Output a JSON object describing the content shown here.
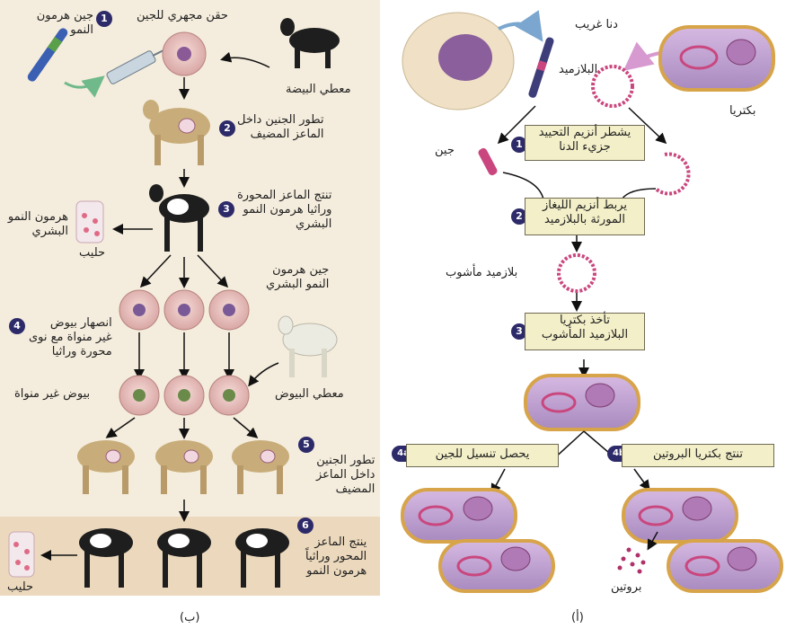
{
  "panel_b": {
    "caption": "(ب)",
    "steps": [
      {
        "num": "1",
        "text": "جين هرمون\nالنمو"
      },
      {
        "num": "2",
        "text": "تطور الجنين داخل\nالماعز المضيف"
      },
      {
        "num": "3",
        "text": "تنتج الماعز المحورة\nوراثيا هرمون النمو\nالبشري"
      },
      {
        "num": "4",
        "text": "انصهار بيوض\nغير منواة مع نوى\nمحورة وراثيا"
      },
      {
        "num": "5",
        "text": "تطور الجنين\nداخل الماعز\nالمضيف"
      },
      {
        "num": "6",
        "text": "ينتج الماعز\nالمحور وراثياً\nهرمون النمو"
      }
    ],
    "labels": {
      "injection": "حقن مجهري للجين",
      "egg_donor": "معطي البيضة",
      "hgh_milk": "هرمون النمو\nالبشري",
      "milk": "حليب",
      "hgh_gene": "جين هرمون\nالنمو البشري",
      "enucleated": "بيوض غير منواة",
      "egg_donors": "معطي البيوض",
      "milk2": "حليب"
    }
  },
  "panel_a": {
    "caption": "(أ)",
    "labels": {
      "foreign_dna": "دنا غريب",
      "plasmid": "البلازميد",
      "bacteria": "بكتريا",
      "gene": "جين",
      "recombinant": "بلازميد مأشوب",
      "protein": "بروتين"
    },
    "steps": [
      {
        "num": "1",
        "text": "يشطر أنزيم التحييد\nجزيء الدنا"
      },
      {
        "num": "2",
        "text": "يربط أنزيم الليغاز\nالمورثة بالبلازميد"
      },
      {
        "num": "3",
        "text": "تأخذ بكتريا\nالبلازميد المأشوب"
      },
      {
        "num": "4a",
        "text": "يحصل تنسيل للجين"
      },
      {
        "num": "4b",
        "text": "تنتج بكتريا البروتين"
      }
    ]
  }
}
